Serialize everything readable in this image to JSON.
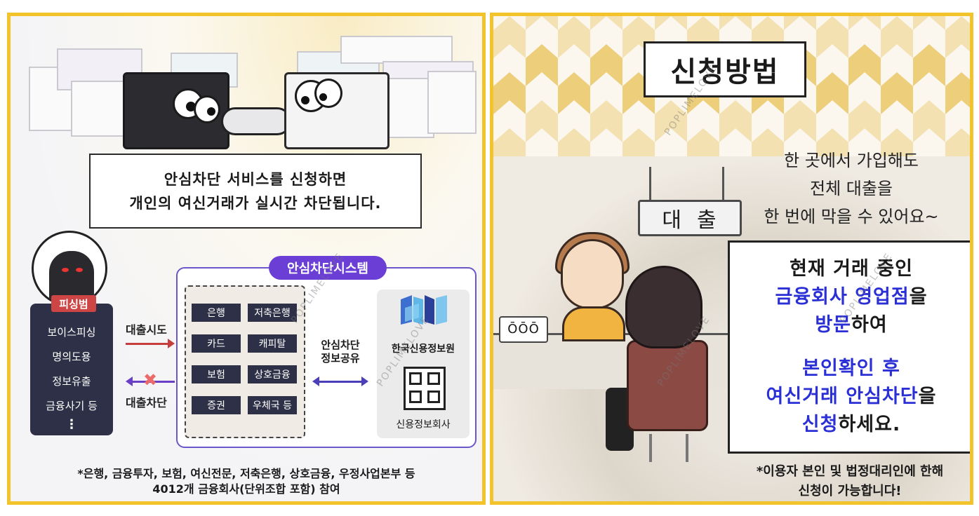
{
  "left_panel": {
    "intro_line1": "안심차단 서비스를 신청하면",
    "intro_line2": "개인의 여신거래가 실시간 차단됩니다.",
    "phishing": {
      "tag": "피싱범",
      "items": [
        "보이스피싱",
        "명의도용",
        "정보유출",
        "금융사기 등"
      ],
      "more": "⋮"
    },
    "loan_attempt": "대출시도",
    "loan_block": "대출차단",
    "system": {
      "title": "안심차단시스템",
      "institutions": [
        "은행",
        "저축은행",
        "카드",
        "캐피탈",
        "보험",
        "상호금융",
        "증권",
        "우체국 등"
      ]
    },
    "share_label_line1": "안심차단",
    "share_label_line2": "정보공유",
    "kcis_name": "한국신용정보원",
    "credit_bureau": "신용정보회사",
    "footnote_line1": "*은행, 금융투자, 보험, 여신전문, 저축은행, 상호금융, 우정사업본부 등",
    "footnote_line2": "4012개 금융회사(단위조합 포함) 참여"
  },
  "right_panel": {
    "title": "신청방법",
    "bubble_line1": "한 곳에서 가입해도",
    "bubble_line2": "전체 대출을",
    "bubble_line3": "한 번에 막을 수 있어요~",
    "sign": "대출",
    "machine": "ŌŌŌ",
    "instruction": {
      "l1": "현재 거래 중인",
      "l2_blue": "금융회사 영업점",
      "l2_rest": "을",
      "l3_blue": "방문",
      "l3_rest": "하여",
      "l4_blue": "본인확인 후",
      "l5_blue": "여신거래 안심차단",
      "l5_rest": "을",
      "l6_blue": "신청",
      "l6_rest": "하세요."
    },
    "footnote_line1": "*이용자 본인 및 법정대리인에 한해",
    "footnote_line2": "신청이 가능합니다!"
  },
  "watermark": "POPLIMELOVE",
  "colors": {
    "border": "#f2c32a",
    "navy": "#2e3047",
    "purple": "#6b3fd6",
    "red": "#c53d3d",
    "blue_text": "#2a2fd6"
  }
}
